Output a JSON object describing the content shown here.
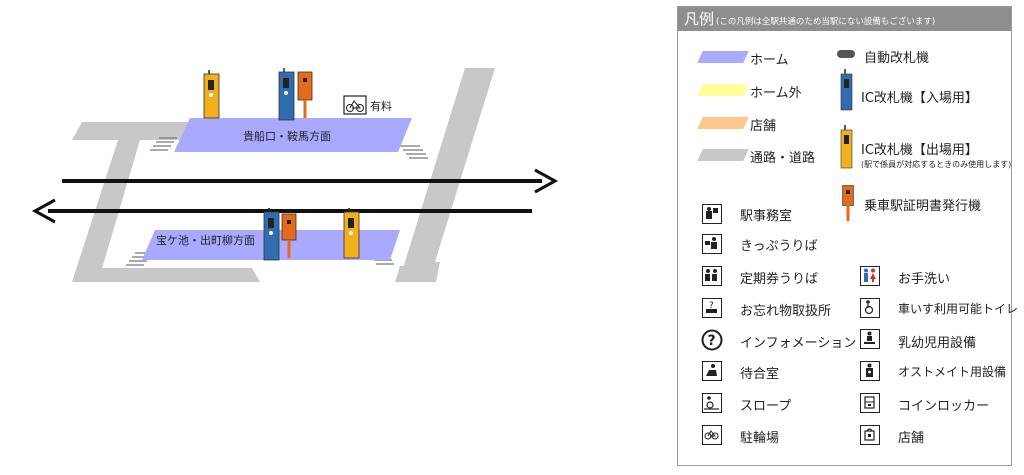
{
  "map": {
    "platform_upper_label": "貴船口・鞍馬方面",
    "platform_lower_label": "宝ケ池・出町柳方面",
    "bicycle_paid_label": "有料"
  },
  "legend": {
    "title": "凡例",
    "note": "(この凡例は全駅共通のため当駅にない設備もございます)",
    "colors": {
      "platform": "#a9a9ff",
      "outside_platform": "#ffff99",
      "shop": "#ffc78c",
      "passage": "#c8c8c8",
      "gate_in": "#2f6db0",
      "gate_out": "#f2b01d",
      "certificate_machine": "#e36b1a",
      "header": "#8e8e8e"
    },
    "swatch_labels": {
      "platform": "ホーム",
      "outside_platform": "ホーム外",
      "shop": "店舗",
      "passage": "通路・道路"
    },
    "machines": {
      "auto_gate": "自動改札機",
      "ic_gate_in": "IC改札機【入場用】",
      "ic_gate_out": "IC改札機【出場用】",
      "ic_gate_out_note": "(駅で係員が対応するときのみ使用します)",
      "certificate_machine": "乗車駅証明書発行機"
    },
    "facilities": [
      {
        "label": "駅事務室",
        "icon": "station-office-icon"
      },
      {
        "label": "きっぷうりば",
        "icon": "ticket-office-icon"
      },
      {
        "label": "定期券うりば",
        "icon": "commuter-pass-office-icon"
      },
      {
        "label": "お忘れ物取扱所",
        "icon": "lost-and-found-icon"
      },
      {
        "label": "インフォメーション",
        "icon": "information-icon"
      },
      {
        "label": "待合室",
        "icon": "waiting-room-icon"
      },
      {
        "label": "スロープ",
        "icon": "slope-icon"
      },
      {
        "label": "駐輪場",
        "icon": "bicycle-parking-icon"
      },
      {
        "label": "お手洗い",
        "icon": "restroom-icon"
      },
      {
        "label": "車いす利用可能トイレ",
        "icon": "wheelchair-toilet-icon"
      },
      {
        "label": "乳幼児用設備",
        "icon": "baby-facility-icon"
      },
      {
        "label": "オストメイト用設備",
        "icon": "ostomate-icon"
      },
      {
        "label": "コインロッカー",
        "icon": "coin-locker-icon"
      },
      {
        "label": "店舗",
        "icon": "shop-icon"
      }
    ]
  }
}
